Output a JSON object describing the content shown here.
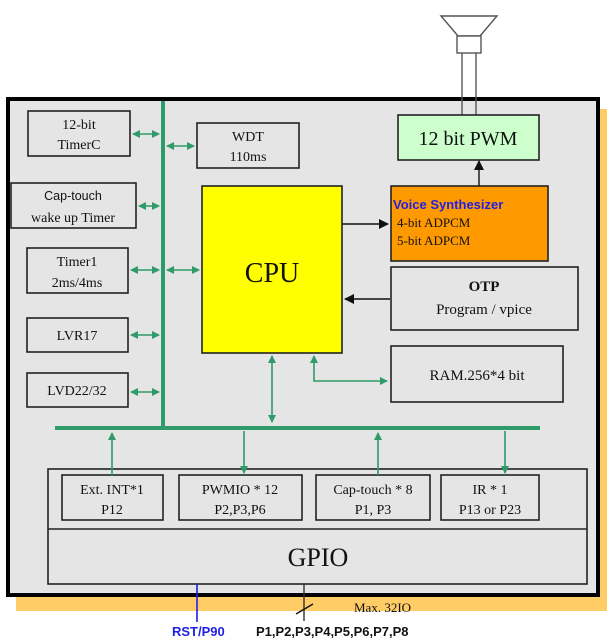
{
  "colors": {
    "chip_fill": "#e5e5e5",
    "shadow": "#ffcc66",
    "bus": "#2e9b68",
    "cpu": "#ffff00",
    "pwm": "#ccffcc",
    "voice": "#ff9900",
    "voice_title": "#1f1fe6",
    "rst": "#1f1fe6"
  },
  "blocks": {
    "timerc": {
      "line1": "12-bit",
      "line2": "TimerC"
    },
    "captouch_timer": {
      "line1": "Cap-touch",
      "line2": "wake up Timer"
    },
    "timer1": {
      "line1": "Timer1",
      "line2": "2ms/4ms"
    },
    "lvr": {
      "label": "LVR17"
    },
    "lvd": {
      "label": "LVD22/32"
    },
    "wdt": {
      "line1": "WDT",
      "line2": "110ms"
    },
    "cpu": {
      "label": "CPU"
    },
    "pwm": {
      "label": "12 bit PWM"
    },
    "voice": {
      "title": "Voice Synthesizer",
      "line1": "4-bit ADPCM",
      "line2": "5-bit ADPCM"
    },
    "otp": {
      "title": "OTP",
      "line1": "Program / vpice"
    },
    "ram": {
      "label": "RAM.256*4 bit"
    },
    "gpio": {
      "label": "GPIO"
    }
  },
  "io_blocks": [
    {
      "line1": "Ext. INT*1",
      "line2": "P12"
    },
    {
      "line1": "PWMIO * 12",
      "line2": "P2,P3,P6"
    },
    {
      "line1": "Cap-touch * 8",
      "line2": "P1, P3"
    },
    {
      "line1": "IR * 1",
      "line2": "P13 or P23"
    }
  ],
  "pins": {
    "rst": "RST/P90",
    "ports": "P1,P2,P3,P4,P5,P6,P7,P8",
    "max_io": "Max. 32IO"
  }
}
